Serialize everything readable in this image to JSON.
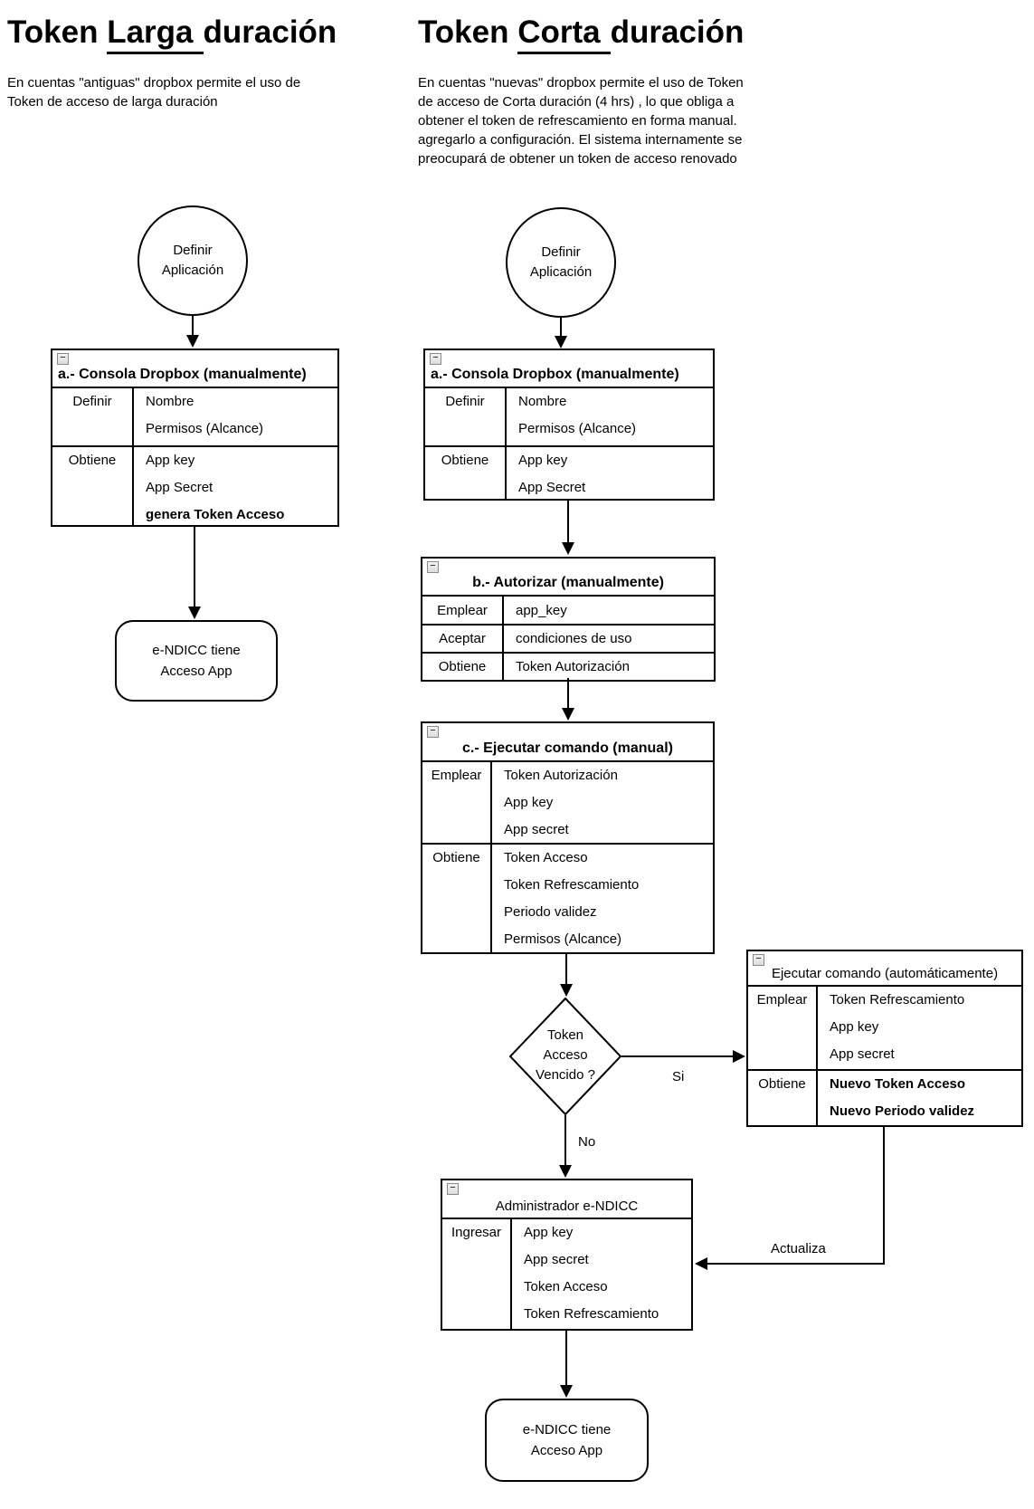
{
  "left_flow": {
    "heading": {
      "pre": "Token ",
      "underline": "Larga",
      "post": "duración"
    },
    "description": "En cuentas \"antiguas\" dropbox permite el uso de\nToken de acceso de larga duración",
    "start_label": "Definir\nAplicación",
    "console_table": {
      "collapse_icon": "−",
      "title": "a.- Consola Dropbox (manualmente)",
      "rows": [
        {
          "label": "Definir",
          "items": [
            "Nombre",
            "Permisos (Alcance)"
          ]
        },
        {
          "label": "Obtiene",
          "items": [
            "App key",
            "App Secret",
            "genera Token Acceso"
          ]
        }
      ]
    },
    "end_label": "e-NDICC tiene\nAcceso App"
  },
  "right_flow": {
    "heading": {
      "pre": "Token ",
      "underline": "Corta",
      "post": "duración"
    },
    "description": "En cuentas \"nuevas\" dropbox permite el uso de Token\nde acceso de Corta duración (4 hrs) , lo que obliga a\nobtener el token de refrescamiento en forma manual.\nagregarlo a configuración. El sistema internamente se\npreocupará de obtener un token de acceso renovado",
    "start_label": "Definir\nAplicación",
    "console_table": {
      "collapse_icon": "−",
      "title": "a.- Consola Dropbox (manualmente)",
      "rows": [
        {
          "label": "Definir",
          "items": [
            "Nombre",
            "Permisos (Alcance)"
          ]
        },
        {
          "label": "Obtiene",
          "items": [
            "App key",
            "App Secret"
          ]
        }
      ]
    },
    "authorize_table": {
      "collapse_icon": "−",
      "title": "b.- Autorizar (manualmente)",
      "rows": [
        {
          "label": "Emplear",
          "items": [
            "app_key"
          ]
        },
        {
          "label": "Aceptar",
          "items": [
            "condiciones de uso"
          ]
        },
        {
          "label": "Obtiene",
          "items": [
            "Token Autorización"
          ]
        }
      ]
    },
    "command_table": {
      "collapse_icon": "−",
      "title": "c.- Ejecutar comando (manual)",
      "rows": [
        {
          "label": "Emplear",
          "items": [
            "Token Autorización",
            "App key",
            "App secret"
          ]
        },
        {
          "label": "Obtiene",
          "items": [
            "Token Acceso",
            "Token Refrescamiento",
            "Periodo validez",
            "Permisos (Alcance)"
          ]
        }
      ]
    },
    "decision": {
      "label": "Token\nAcceso\nVencido ?",
      "yes_label": "Si",
      "no_label": "No"
    },
    "auto_command_table": {
      "collapse_icon": "−",
      "title": "Ejecutar comando (automáticamente)",
      "rows": [
        {
          "label": "Emplear",
          "items": [
            "Token Refrescamiento",
            "App key",
            "App secret"
          ]
        },
        {
          "label": "Obtiene",
          "items": [
            "Nuevo Token Acceso",
            "Nuevo Periodo validez"
          ]
        }
      ]
    },
    "update_label": "Actualiza",
    "admin_table": {
      "collapse_icon": "−",
      "title": "Administrador e-NDICC",
      "rows": [
        {
          "label": "Ingresar",
          "items": [
            "App key",
            "App secret",
            "Token Acceso",
            "Token Refrescamiento"
          ]
        }
      ]
    },
    "end_label": "e-NDICC tiene\nAcceso App"
  }
}
